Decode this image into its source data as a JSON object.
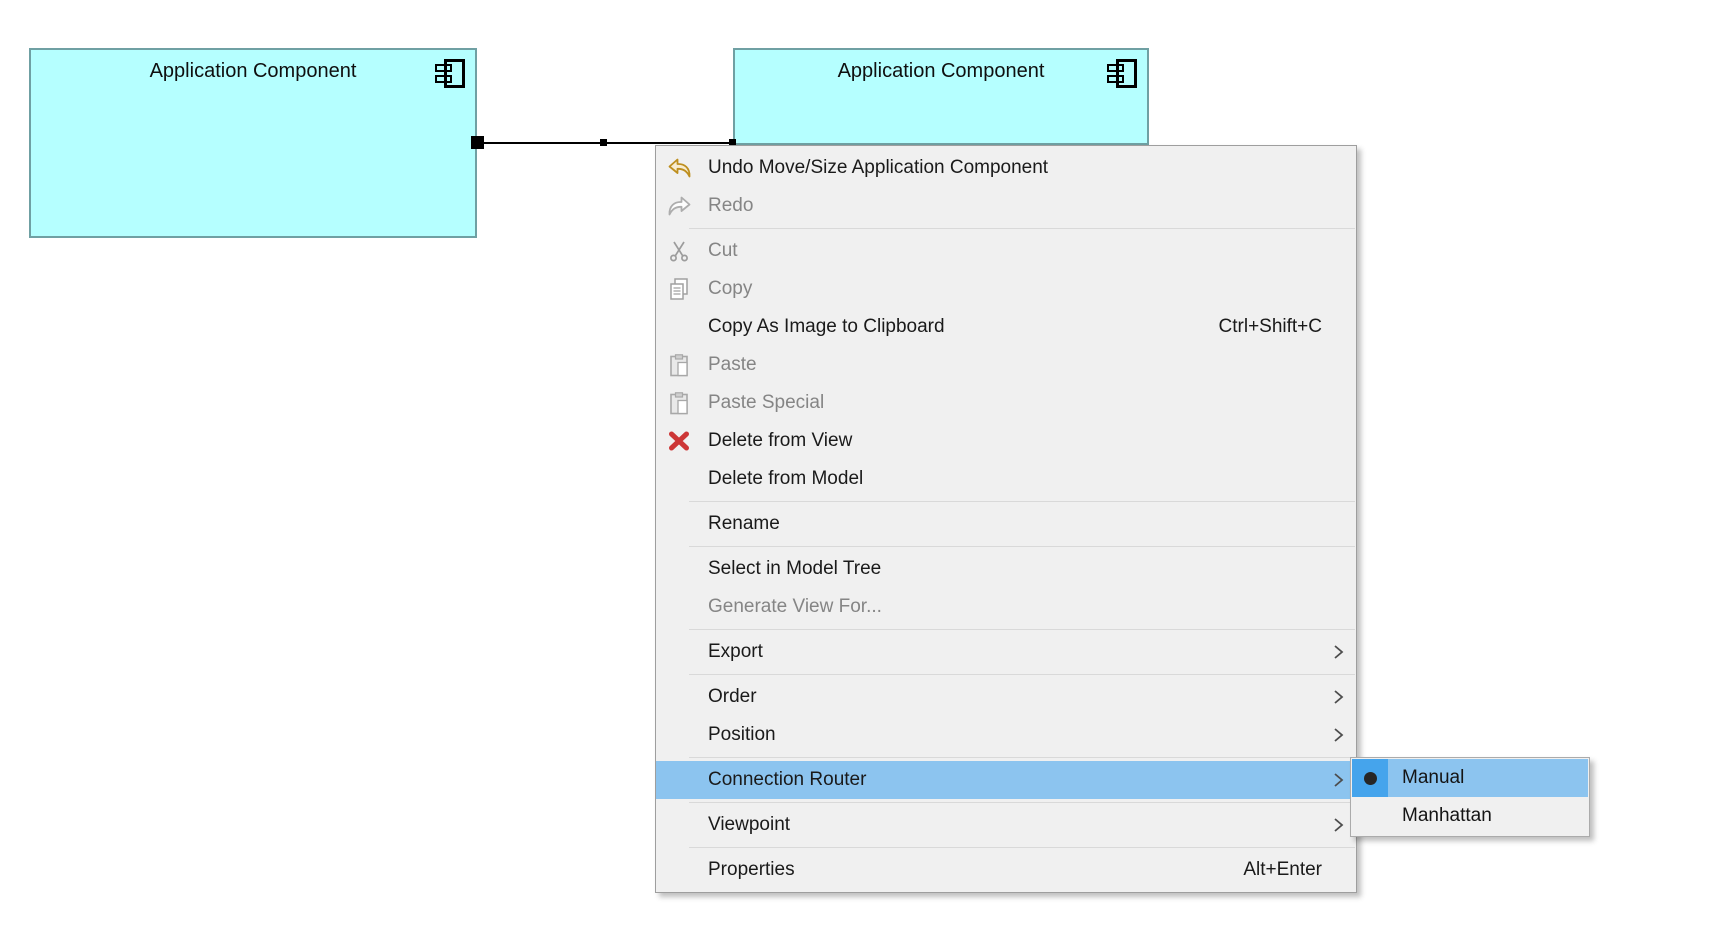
{
  "window": {
    "background": "#ffffff"
  },
  "diagram": {
    "element_fill": "#B5FFFF",
    "element_border": "#6FA0A3",
    "components": [
      {
        "label": "Application Component"
      },
      {
        "label": "Application Component"
      }
    ]
  },
  "context_menu": {
    "highlight_color": "#8CC4EF",
    "items": [
      {
        "id": "undo",
        "type": "item",
        "label": "Undo Move/Size Application Component",
        "icon": "undo-icon",
        "enabled": true
      },
      {
        "id": "redo",
        "type": "item",
        "label": "Redo",
        "icon": "redo-icon",
        "enabled": false
      },
      {
        "id": "sep-1",
        "type": "separator"
      },
      {
        "id": "cut",
        "type": "item",
        "label": "Cut",
        "icon": "cut-icon",
        "enabled": false
      },
      {
        "id": "copy",
        "type": "item",
        "label": "Copy",
        "icon": "copy-icon",
        "enabled": false
      },
      {
        "id": "copy-as-image",
        "type": "item",
        "label": "Copy As Image to Clipboard",
        "accelerator": "Ctrl+Shift+C",
        "enabled": true
      },
      {
        "id": "paste",
        "type": "item",
        "label": "Paste",
        "icon": "paste-icon",
        "enabled": false
      },
      {
        "id": "paste-special",
        "type": "item",
        "label": "Paste Special",
        "icon": "paste-icon",
        "enabled": false
      },
      {
        "id": "delete-from-view",
        "type": "item",
        "label": "Delete from View",
        "icon": "delete-icon",
        "enabled": true
      },
      {
        "id": "delete-from-model",
        "type": "item",
        "label": "Delete from Model",
        "enabled": true
      },
      {
        "id": "sep-2",
        "type": "separator"
      },
      {
        "id": "rename",
        "type": "item",
        "label": "Rename",
        "enabled": true
      },
      {
        "id": "sep-3",
        "type": "separator"
      },
      {
        "id": "select-in-model-tree",
        "type": "item",
        "label": "Select in Model Tree",
        "enabled": true
      },
      {
        "id": "generate-view-for",
        "type": "item",
        "label": "Generate View For...",
        "enabled": false
      },
      {
        "id": "sep-4",
        "type": "separator"
      },
      {
        "id": "export",
        "type": "item",
        "label": "Export",
        "submenu": true,
        "enabled": true
      },
      {
        "id": "sep-5",
        "type": "separator"
      },
      {
        "id": "order",
        "type": "item",
        "label": "Order",
        "submenu": true,
        "enabled": true
      },
      {
        "id": "position",
        "type": "item",
        "label": "Position",
        "submenu": true,
        "enabled": true
      },
      {
        "id": "sep-6",
        "type": "separator"
      },
      {
        "id": "connection-router",
        "type": "item",
        "label": "Connection Router",
        "submenu": true,
        "enabled": true,
        "highlighted": true
      },
      {
        "id": "sep-7",
        "type": "separator"
      },
      {
        "id": "viewpoint",
        "type": "item",
        "label": "Viewpoint",
        "submenu": true,
        "enabled": true
      },
      {
        "id": "sep-8",
        "type": "separator"
      },
      {
        "id": "properties",
        "type": "item",
        "label": "Properties",
        "accelerator": "Alt+Enter",
        "enabled": true
      }
    ]
  },
  "submenu": {
    "highlight_color": "#8CC4EF",
    "selected_icon_bg": "#45A4EC",
    "items": [
      {
        "id": "manual",
        "label": "Manual",
        "selected": true,
        "highlighted": true
      },
      {
        "id": "manhattan",
        "label": "Manhattan",
        "selected": false,
        "highlighted": false
      }
    ]
  }
}
